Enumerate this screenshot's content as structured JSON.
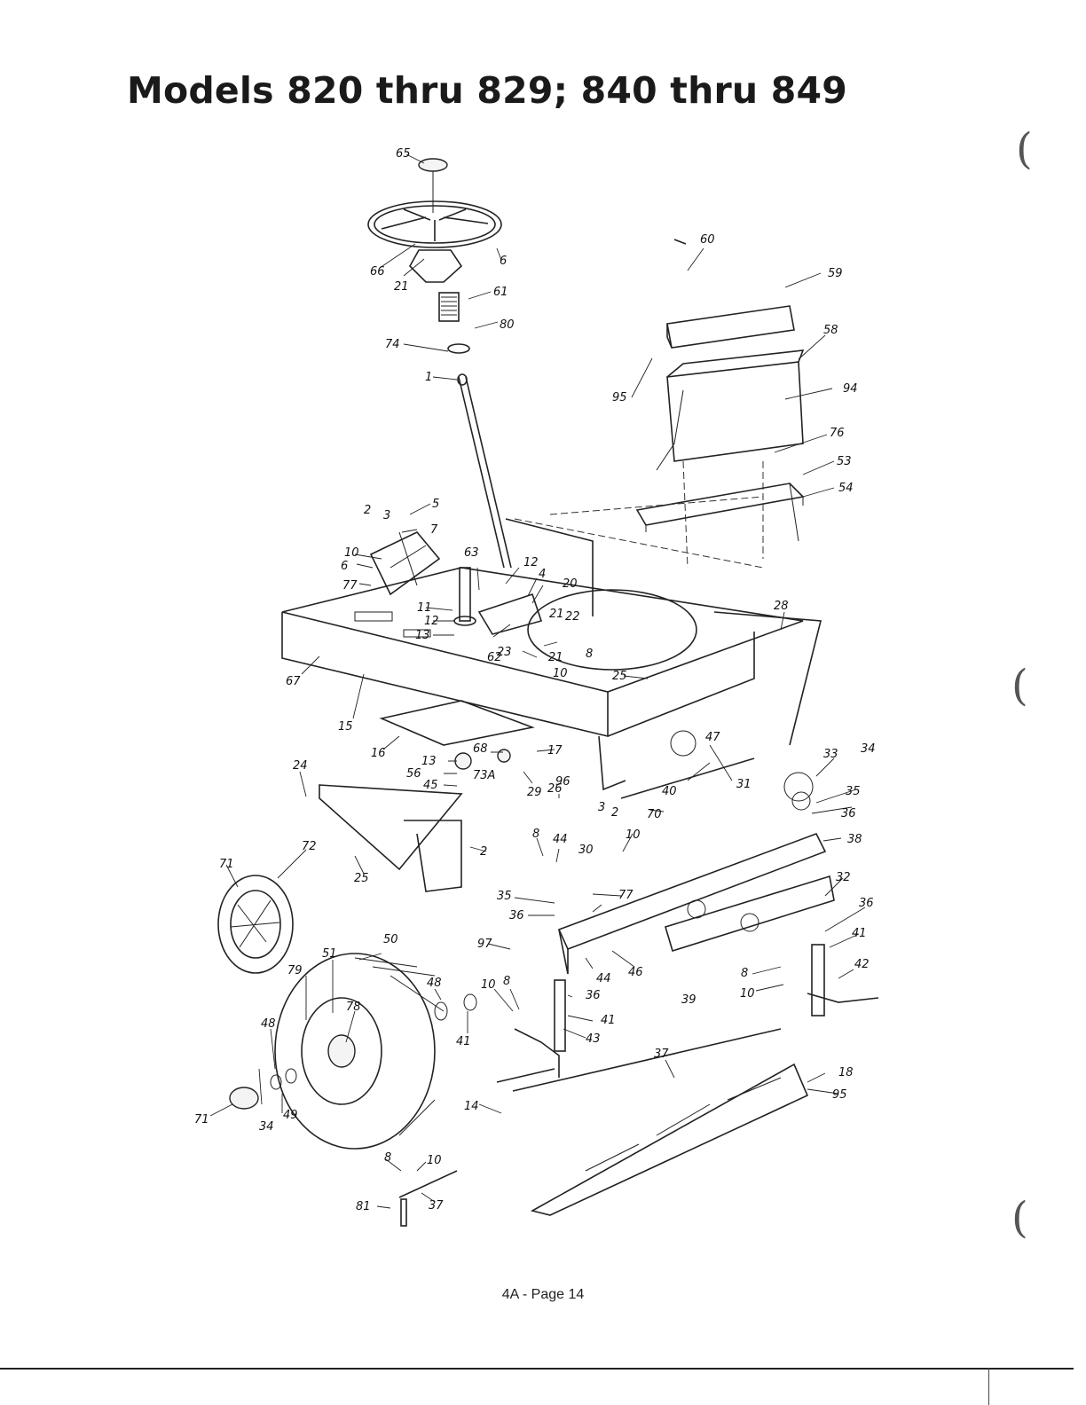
{
  "page": {
    "title": "Models 820 thru 829; 840 thru 849",
    "footer": "4A - Page 14"
  },
  "diagram": {
    "callouts": [
      "65",
      "6",
      "66",
      "21",
      "61",
      "80",
      "74",
      "1",
      "60",
      "59",
      "58",
      "95",
      "94",
      "76",
      "53",
      "54",
      "5",
      "2",
      "3",
      "7",
      "10",
      "6",
      "77",
      "63",
      "12",
      "4",
      "20",
      "11",
      "12",
      "13",
      "21",
      "22",
      "62",
      "23",
      "21",
      "8",
      "10",
      "25",
      "28",
      "67",
      "15",
      "16",
      "13",
      "68",
      "17",
      "56",
      "45",
      "73A",
      "29",
      "26",
      "96",
      "47",
      "31",
      "24",
      "2",
      "72",
      "71",
      "25",
      "8",
      "44",
      "30",
      "3",
      "2",
      "10",
      "70",
      "40",
      "33",
      "34",
      "35",
      "36",
      "38",
      "35",
      "36",
      "77",
      "46",
      "44",
      "97",
      "32",
      "36",
      "41",
      "42",
      "8",
      "10",
      "39",
      "50",
      "51",
      "79",
      "78",
      "48",
      "41",
      "10",
      "8",
      "36",
      "41",
      "43",
      "37",
      "18",
      "95",
      "48",
      "71",
      "34",
      "49",
      "14",
      "8",
      "10",
      "81",
      "37"
    ]
  }
}
